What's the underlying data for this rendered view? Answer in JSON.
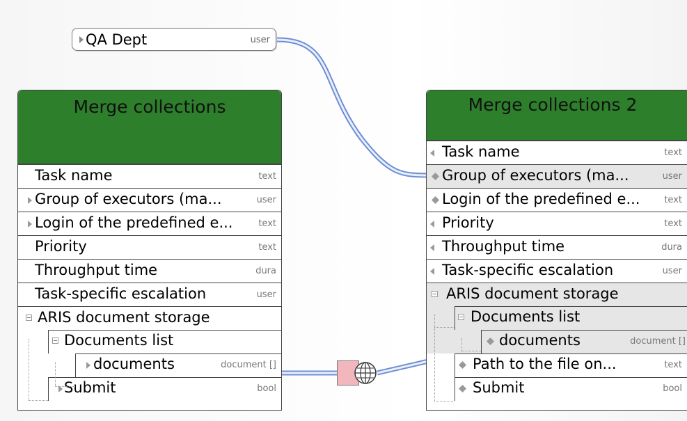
{
  "user_node": {
    "label": "QA Dept",
    "type": "user"
  },
  "left_box": {
    "title": "Merge collections",
    "rows": [
      {
        "label": "Task name",
        "type": "text"
      },
      {
        "label": "Group of executors (ma...",
        "type": "user"
      },
      {
        "label": "Login of the predefined e...",
        "type": "text"
      },
      {
        "label": "Priority",
        "type": "text"
      },
      {
        "label": "Throughput time",
        "type": "dura"
      },
      {
        "label": "Task-specific escalation",
        "type": "user"
      },
      {
        "label": "ARIS document storage",
        "type": ""
      },
      {
        "label": "Documents list",
        "type": ""
      },
      {
        "label": "documents",
        "type": "document []"
      },
      {
        "label": "Submit",
        "type": "bool"
      }
    ]
  },
  "right_box": {
    "title": "Merge collections 2",
    "rows": [
      {
        "label": "Task name",
        "type": "text"
      },
      {
        "label": "Group of executors (ma...",
        "type": "user"
      },
      {
        "label": "Login of the predefined e...",
        "type": "text"
      },
      {
        "label": "Priority",
        "type": "text"
      },
      {
        "label": "Throughput time",
        "type": "dura"
      },
      {
        "label": "Task-specific escalation",
        "type": "user"
      },
      {
        "label": "ARIS document storage",
        "type": ""
      },
      {
        "label": "Documents list",
        "type": ""
      },
      {
        "label": "documents",
        "type": "document []"
      },
      {
        "label": "Path to the file on...",
        "type": "text"
      },
      {
        "label": "Submit",
        "type": "bool"
      }
    ]
  },
  "colors": {
    "header_green": "#2d7f2b",
    "wire_blue": "#9fb6e6",
    "converter_pink": "#f3b6bd"
  },
  "icons": [
    "expand-arrow-icon",
    "collapse-minus-icon",
    "bidirectional-diamond-icon",
    "globe-converter-icon"
  ]
}
